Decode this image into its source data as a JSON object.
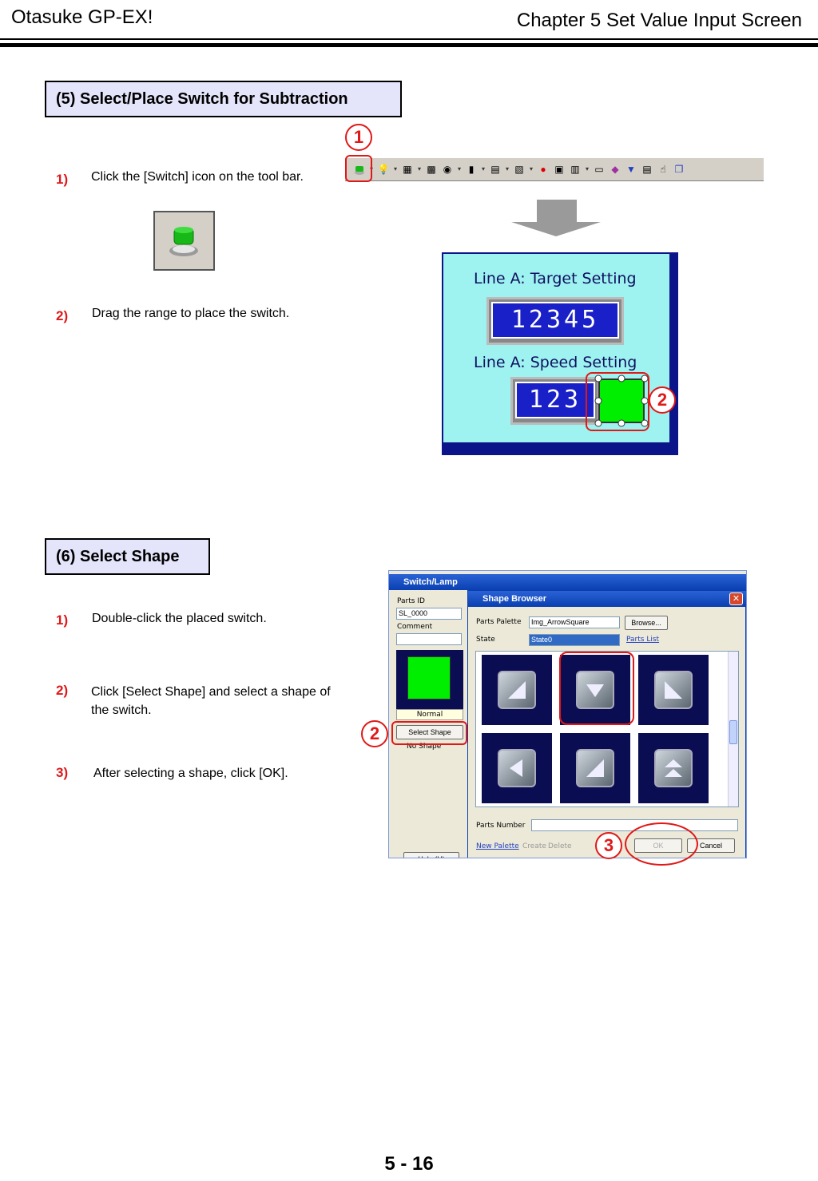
{
  "header": {
    "left_title": "Otasuke GP-EX!",
    "right_title": "Chapter 5  Set Value Input Screen"
  },
  "section5": {
    "title": "(5) Select/Place Switch for Subtraction",
    "steps": [
      {
        "num": "1)",
        "text": "Click the [Switch] icon on the tool bar."
      },
      {
        "num": "2)",
        "text": "Drag the range to place the switch."
      }
    ],
    "callouts": [
      "1",
      "2"
    ],
    "screen": {
      "target_label": "Line A: Target Setting",
      "target_value": "12345",
      "speed_label": "Line A: Speed Setting",
      "speed_value": "123"
    }
  },
  "section6": {
    "title": "(6) Select Shape",
    "steps": [
      {
        "num": "1)",
        "text": "Double-click the placed switch."
      },
      {
        "num": "2)",
        "text": "Click [Select Shape] and select a shape of the switch."
      },
      {
        "num": "3)",
        "text": "After selecting a shape, click [OK]."
      }
    ],
    "callouts": [
      "2",
      "3"
    ],
    "dialog": {
      "outer_title": "Switch/Lamp",
      "parts_id_label": "Parts ID",
      "parts_id_value": "SL_0000",
      "comment_label": "Comment",
      "normal_label": "Normal",
      "select_shape": "Select Shape",
      "no_shape": "No Shape",
      "help": "Help (H)",
      "browser_title": "Shape Browser",
      "parts_palette_label": "Parts Palette",
      "parts_palette_value": "Img_ArrowSquare",
      "browse": "Browse...",
      "state_label": "State",
      "state_value": "State0",
      "parts_list": "Parts List",
      "parts_number_label": "Parts Number",
      "new_palette": "New Palette",
      "create": "Create",
      "delete": "Delete",
      "ok": "OK",
      "cancel": "Cancel"
    }
  },
  "footer": {
    "page": "5 - 16"
  },
  "colors": {
    "accent_red": "#e01818",
    "section_bg": "#e4e4fb",
    "switch_green": "#00ee00"
  }
}
